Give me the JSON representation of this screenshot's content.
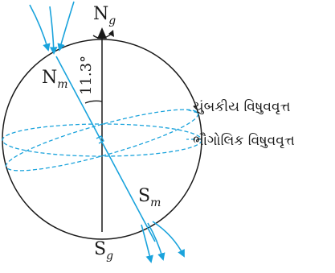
{
  "labels": {
    "geographic_north": {
      "main": "N",
      "sub": "g"
    },
    "geographic_south": {
      "main": "S",
      "sub": "g"
    },
    "magnetic_north": {
      "main": "N",
      "sub": "m"
    },
    "magnetic_south": {
      "main": "S",
      "sub": "m"
    },
    "declination_angle": "11.3°",
    "magnetic_equator": "ચુંબકીય વિષુવવૃત્ત",
    "geographic_equator": "ભૌગોલિક વિષુવવૃત્ત"
  },
  "colors": {
    "field_line": "#1aa3dc",
    "outline": "#1a1a1a"
  }
}
